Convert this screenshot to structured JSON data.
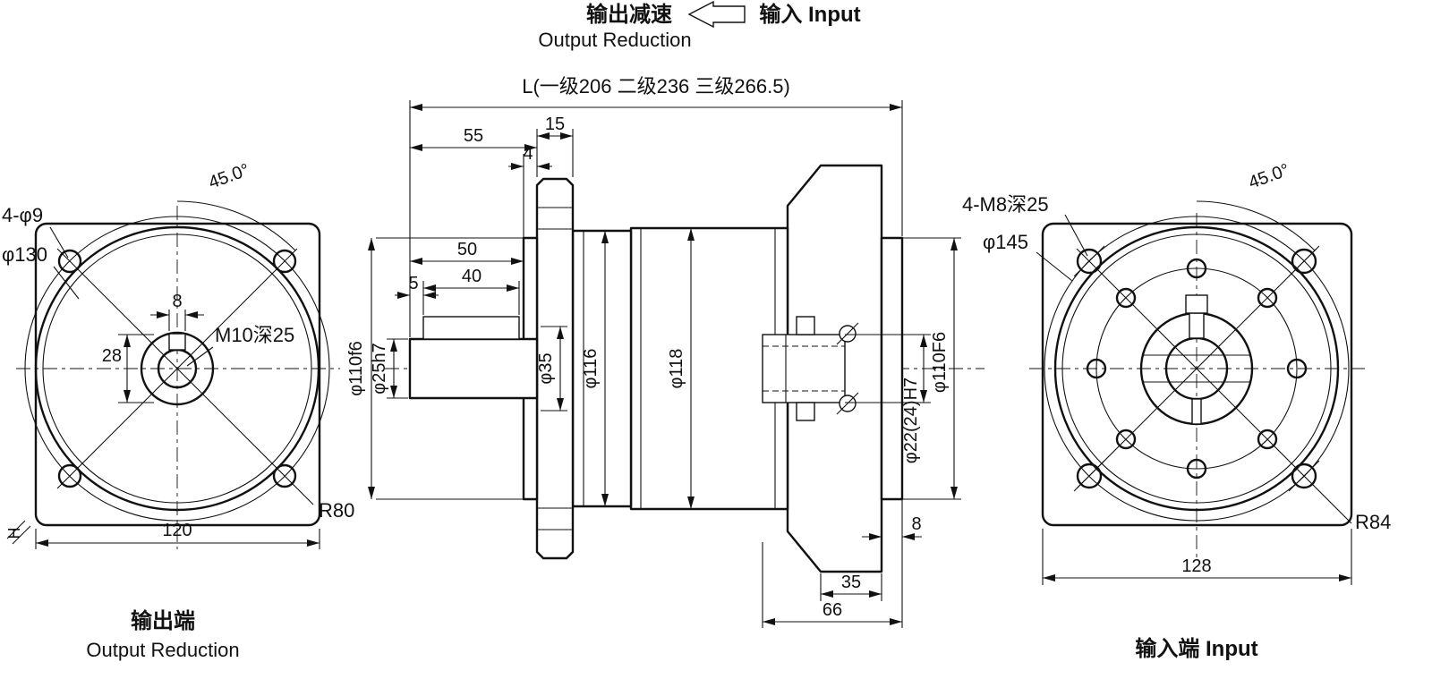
{
  "header": {
    "output_cjk": "输出减速",
    "output_en": "Output Reduction",
    "input_label": "输入 Input"
  },
  "top_dims": {
    "total_length": "L(一级206 二级236 三级266.5)",
    "d55": "55",
    "d15": "15",
    "d4": "4"
  },
  "left_view": {
    "angle": "45.0°",
    "corner_holes": "4-φ9",
    "bolt_circle": "φ130",
    "key_width": "8",
    "center_tap": "M10深25",
    "hub_width": "28",
    "corner_radius": "R80",
    "square_size": "120",
    "section_mark": "H",
    "caption_cjk": "输出端",
    "caption_en": "Output Reduction"
  },
  "middle_view": {
    "shaft_length": "50",
    "key_length": "40",
    "key_offset": "5",
    "pilot_dia": "φ110f6",
    "shaft_dia": "φ25h7",
    "shoulder_dia": "φ35",
    "body_dia1": "φ116",
    "body_dia2": "φ118",
    "input_bore": "φ22(24)H7",
    "input_pilot": "φ110F6",
    "pilot_depth": "8",
    "bell_length": "35",
    "input_length": "66"
  },
  "right_view": {
    "corner_holes": "4-M8深25",
    "bolt_circle": "φ145",
    "angle": "45.0°",
    "corner_radius": "R84",
    "square_size": "128",
    "caption": "输入端 Input"
  }
}
